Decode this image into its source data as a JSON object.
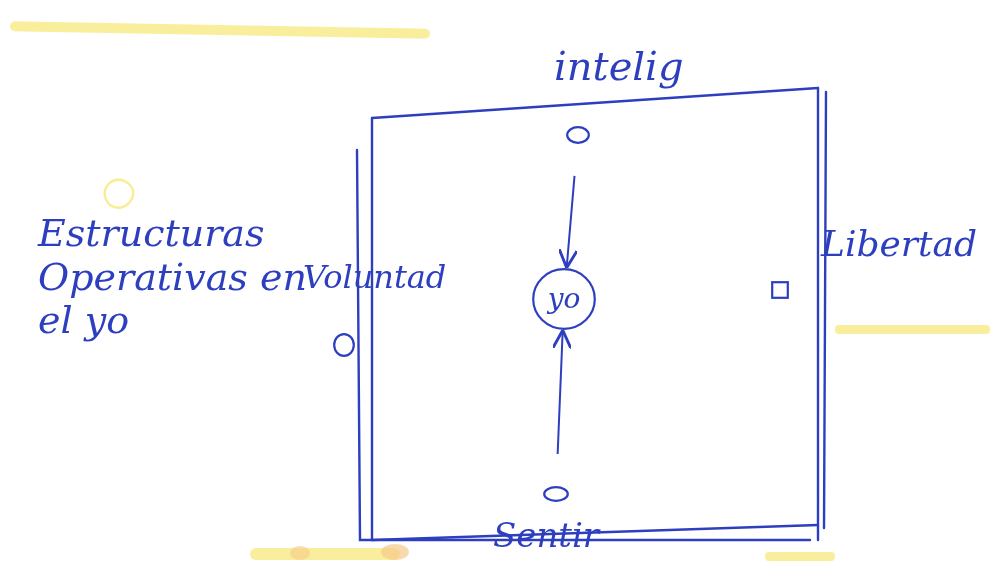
{
  "diagram": {
    "nodes": [
      {
        "text": [
          "intelig"
        ]
      },
      {
        "text": [
          "Voluntad"
        ]
      },
      {
        "text": [
          "yo"
        ]
      },
      {
        "text": [
          "Libertad"
        ]
      },
      {
        "text": [
          "Sentir"
        ]
      }
    ],
    "edges": [
      {
        "from": 0,
        "to": 2,
        "arrow": "to"
      },
      {
        "from": 4,
        "to": 2,
        "arrow": "to"
      }
    ],
    "labels": [
      "Estructuras Operativas en el yo"
    ]
  }
}
